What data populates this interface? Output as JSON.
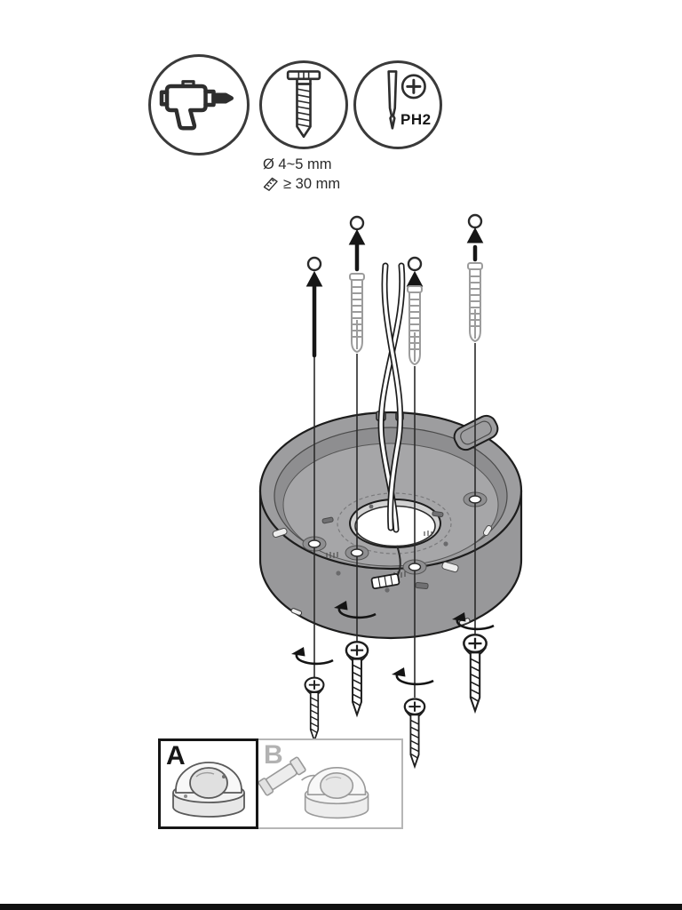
{
  "document": {
    "background": "#ffffff",
    "footer_bar_color": "#111111"
  },
  "tools": {
    "drill": {
      "icon": "drill-icon"
    },
    "screw": {
      "icon": "mounting-screw-icon"
    },
    "screwdriver": {
      "icon": "phillips-bit-icon",
      "label": "PH2"
    }
  },
  "specs": {
    "hole_diameter": "Ø 4~5 mm",
    "min_depth": "≥ 30 mm"
  },
  "illustration": {
    "subject": "mount-base-installation",
    "pilot_holes": 4,
    "wall_anchors": 3,
    "screws": 4
  },
  "variants": {
    "a": {
      "label": "A",
      "selected": true
    },
    "b": {
      "label": "B",
      "selected": false
    }
  }
}
